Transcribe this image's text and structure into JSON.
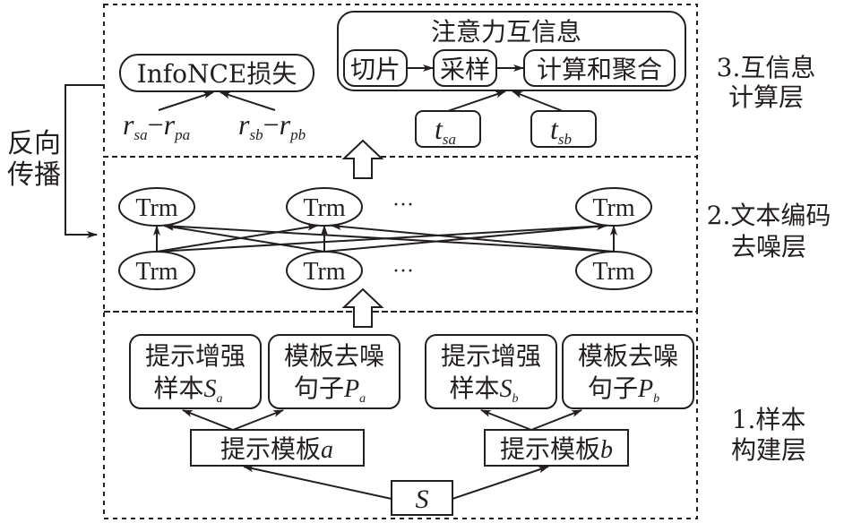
{
  "layers": {
    "layer3": {
      "label_line1": "3.互信息",
      "label_line2": "计算层",
      "infonce_loss": "InfoNCE损失",
      "diff_a": {
        "r1": "r",
        "sub1": "sa",
        "minus": "−",
        "r2": "r",
        "sub2": "pa"
      },
      "diff_b": {
        "r1": "r",
        "sub1": "sb",
        "minus": "−",
        "r2": "r",
        "sub2": "pb"
      },
      "attention_mi": {
        "title": "注意力互信息",
        "steps": [
          "切片",
          "采样",
          "计算和聚合"
        ]
      },
      "t_sa": {
        "base": "t",
        "sub": "sa"
      },
      "t_sb": {
        "base": "t",
        "sub": "sb"
      }
    },
    "layer2": {
      "label_line1": "2.文本编码",
      "label_line2": "去噪层",
      "node_label": "Trm",
      "ellipsis": "···"
    },
    "layer1": {
      "label_line1": "1.样本",
      "label_line2": "构建层",
      "prompt_enh_a": {
        "line1": "提示增强",
        "line2": "样本",
        "var": "S",
        "sub": "a"
      },
      "template_denoise_a": {
        "line1": "模板去噪",
        "line2": "句子",
        "var": "P",
        "sub": "a"
      },
      "prompt_enh_b": {
        "line1": "提示增强",
        "line2": "样本",
        "var": "S",
        "sub": "b"
      },
      "template_denoise_b": {
        "line1": "模板去噪",
        "line2": "句子",
        "var": "P",
        "sub": "b"
      },
      "template_a": {
        "text": "提示模板",
        "var": "a"
      },
      "template_b": {
        "text": "提示模板",
        "var": "b"
      },
      "source": "S"
    }
  },
  "backprop": {
    "line1": "反向",
    "line2": "传播"
  }
}
